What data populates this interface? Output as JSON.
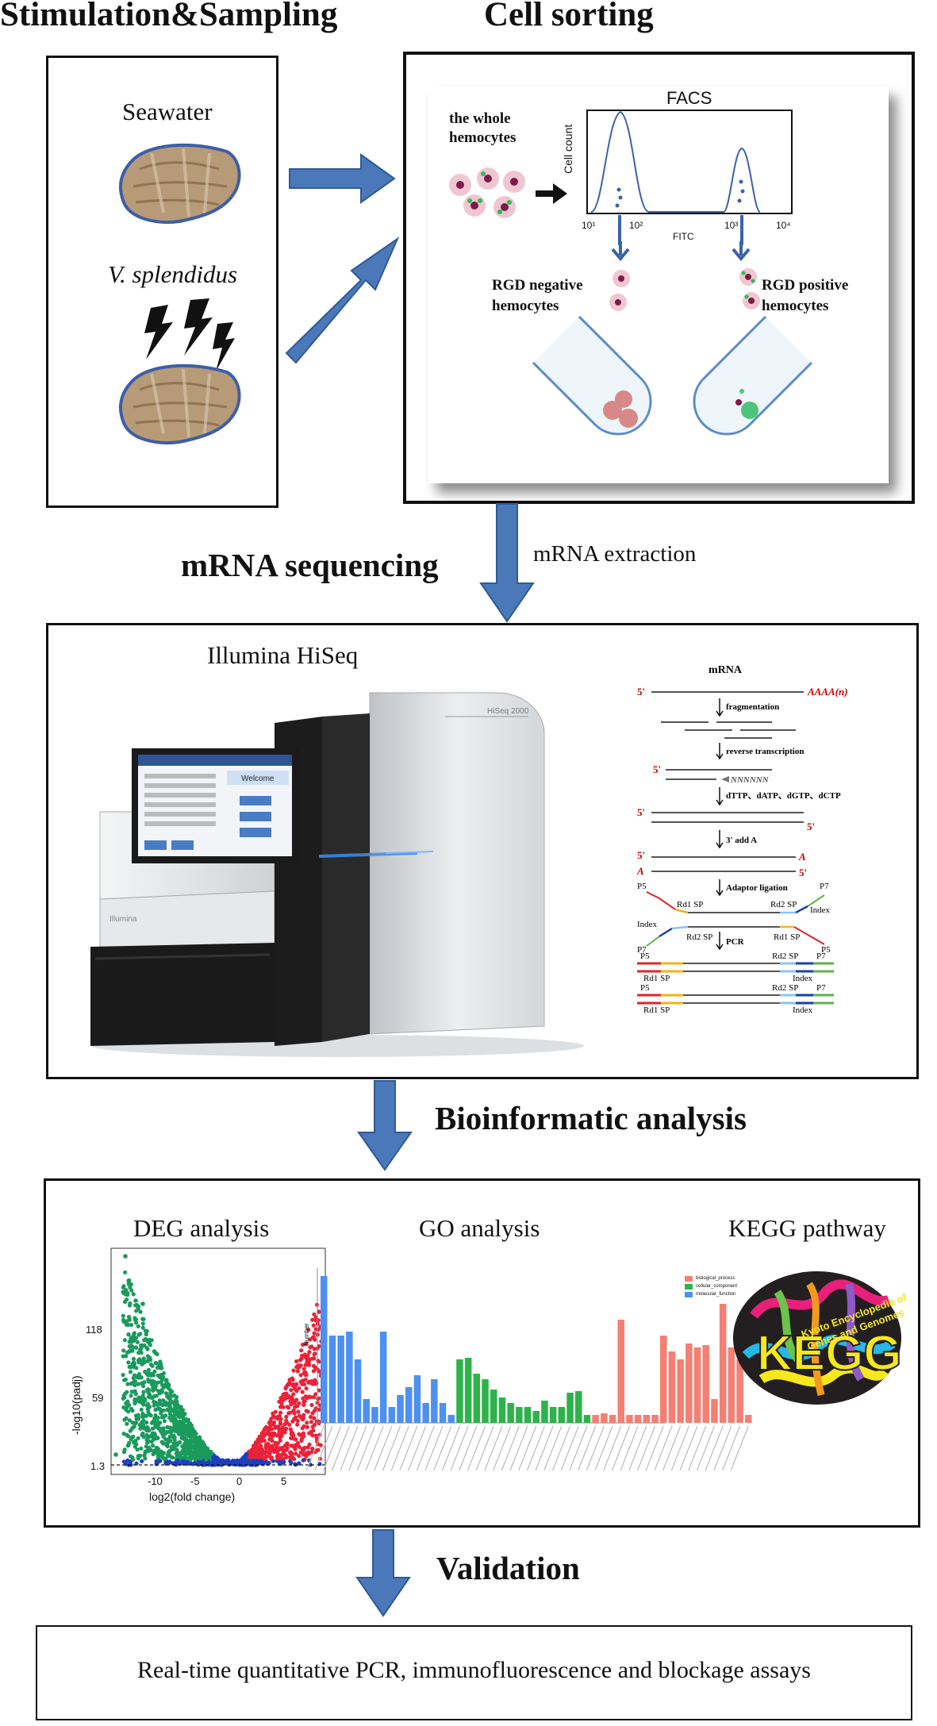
{
  "headers": {
    "stimulation": "Stimulation&Sampling",
    "cell_sorting": "Cell sorting",
    "mrna_sequencing": "mRNA sequencing",
    "bioinformatic": "Bioinformatic analysis",
    "validation": "Validation"
  },
  "stimulation": {
    "seawater": "Seawater",
    "v_splendidus": "V. splendidus"
  },
  "cell_sorting": {
    "whole_hemocytes_line1": "the whole",
    "whole_hemocytes_line2": "hemocytes",
    "facs_title": "FACS",
    "y_label": "Cell count",
    "x_label": "FITC",
    "ticks": [
      "10¹",
      "10²",
      "10³",
      "10⁴"
    ],
    "rgd_negative_line1": "RGD negative",
    "rgd_negative_line2": "hemocytes",
    "rgd_positive_line1": "RGD positive",
    "rgd_positive_line2": "hemocytes"
  },
  "mrna_extraction": "mRNA extraction",
  "sequencing": {
    "instrument": "Illumina HiSeq",
    "brand": "Illumina",
    "model": "HiSeq 2000",
    "screen_title": "Welcome",
    "workflow": {
      "mrna": "mRNA",
      "polya": "AAAA(n)",
      "five_prime": "5'",
      "step_fragmentation": "fragmentation",
      "step_rt": "reverse transcription",
      "primer": "NNNNNN",
      "step_dntp": "dTTP、dATP、dGTP、dCTP",
      "step_add_a": "3' add A",
      "a_letter": "A",
      "step_adaptor": "Adaptor ligation",
      "step_pcr": "PCR",
      "p5": "P5",
      "p7": "P7",
      "rd1sp": "Rd1 SP",
      "rd2sp": "Rd2 SP",
      "index": "Index"
    }
  },
  "bioinformatics": {
    "deg_title": "DEG analysis",
    "go_title": "GO analysis",
    "kegg_title": "KEGG pathway",
    "volcano": {
      "ylabel": "-log10(padj)",
      "xlabel": "log2(fold change)",
      "yticks": [
        "118",
        "59",
        "1.3"
      ],
      "xticks": [
        "-10",
        "-5",
        "0",
        "5"
      ]
    },
    "go": {
      "ylabel": "Number",
      "legend": [
        "biological_process",
        "cellular_component",
        "molecular_function"
      ],
      "colors": [
        "#f47f72",
        "#2db34a",
        "#4d90f0"
      ]
    },
    "kegg_logo": {
      "letters": "KEGG",
      "tagline_1": "Kyoto Encyclopedia of",
      "tagline_2": "Genes and Genomes"
    }
  },
  "validation_text": "Real-time quantitative PCR, immunofluorescence and blockage assays"
}
